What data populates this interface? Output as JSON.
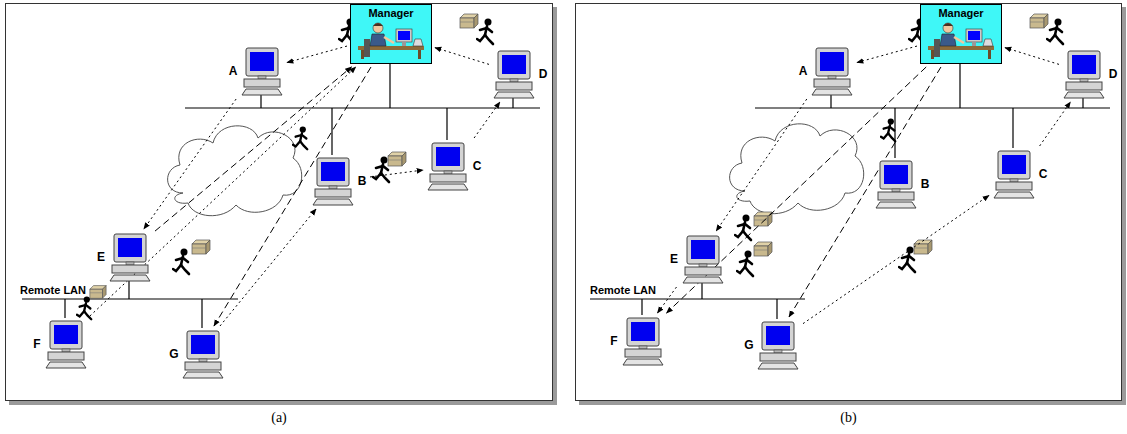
{
  "diagram": {
    "nodes": [
      {
        "text": [
          "(a)"
        ]
      },
      {
        "text": [
          "Manager"
        ],
        "in": 0
      },
      {
        "text": [
          "A"
        ],
        "in": 0
      },
      {
        "text": [
          "B"
        ],
        "in": 0
      },
      {
        "text": [
          "C"
        ],
        "in": 0
      },
      {
        "text": [
          "D"
        ],
        "in": 0
      },
      {
        "text": [
          "E"
        ],
        "in": 0
      },
      {
        "text": [
          "F"
        ],
        "in": 0
      },
      {
        "text": [
          "G"
        ],
        "in": 0
      },
      {
        "text": [
          "(b)"
        ]
      },
      {
        "text": [
          "Manager"
        ],
        "in": 9
      },
      {
        "text": [
          "A"
        ],
        "in": 9
      },
      {
        "text": [
          "B"
        ],
        "in": 9
      },
      {
        "text": [
          "C"
        ],
        "in": 9
      },
      {
        "text": [
          "D"
        ],
        "in": 9
      },
      {
        "text": [
          "E"
        ],
        "in": 9
      },
      {
        "text": [
          "F"
        ],
        "in": 9
      },
      {
        "text": [
          "G"
        ],
        "in": 9
      }
    ],
    "edges": [
      {
        "from": 1,
        "to": 2,
        "arrow": "to"
      },
      {
        "from": 2,
        "to": 6,
        "arrow": "to"
      },
      {
        "from": 6,
        "to": 1,
        "arrow": "to"
      },
      {
        "from": 1,
        "to": 8,
        "arrow": "to"
      },
      {
        "from": 8,
        "to": 3,
        "arrow": "to"
      },
      {
        "from": 3,
        "to": 4,
        "arrow": "to"
      },
      {
        "from": 4,
        "to": 5,
        "arrow": "to"
      },
      {
        "from": 5,
        "to": 1,
        "arrow": "to"
      },
      {
        "from": 7,
        "to": 1,
        "arrow": "to"
      },
      {
        "from": 10,
        "to": 11,
        "arrow": "to"
      },
      {
        "from": 11,
        "to": 15,
        "arrow": "to"
      },
      {
        "from": 15,
        "to": 16,
        "arrow": "to"
      },
      {
        "from": 10,
        "to": 16,
        "arrow": "to"
      },
      {
        "from": 10,
        "to": 17,
        "arrow": "to"
      },
      {
        "from": 17,
        "to": 13,
        "arrow": "to"
      },
      {
        "from": 13,
        "to": 14,
        "arrow": "to"
      },
      {
        "from": 14,
        "to": 10,
        "arrow": "to"
      }
    ],
    "labels": [
      "Remote LAN",
      "Remote LAN"
    ]
  }
}
